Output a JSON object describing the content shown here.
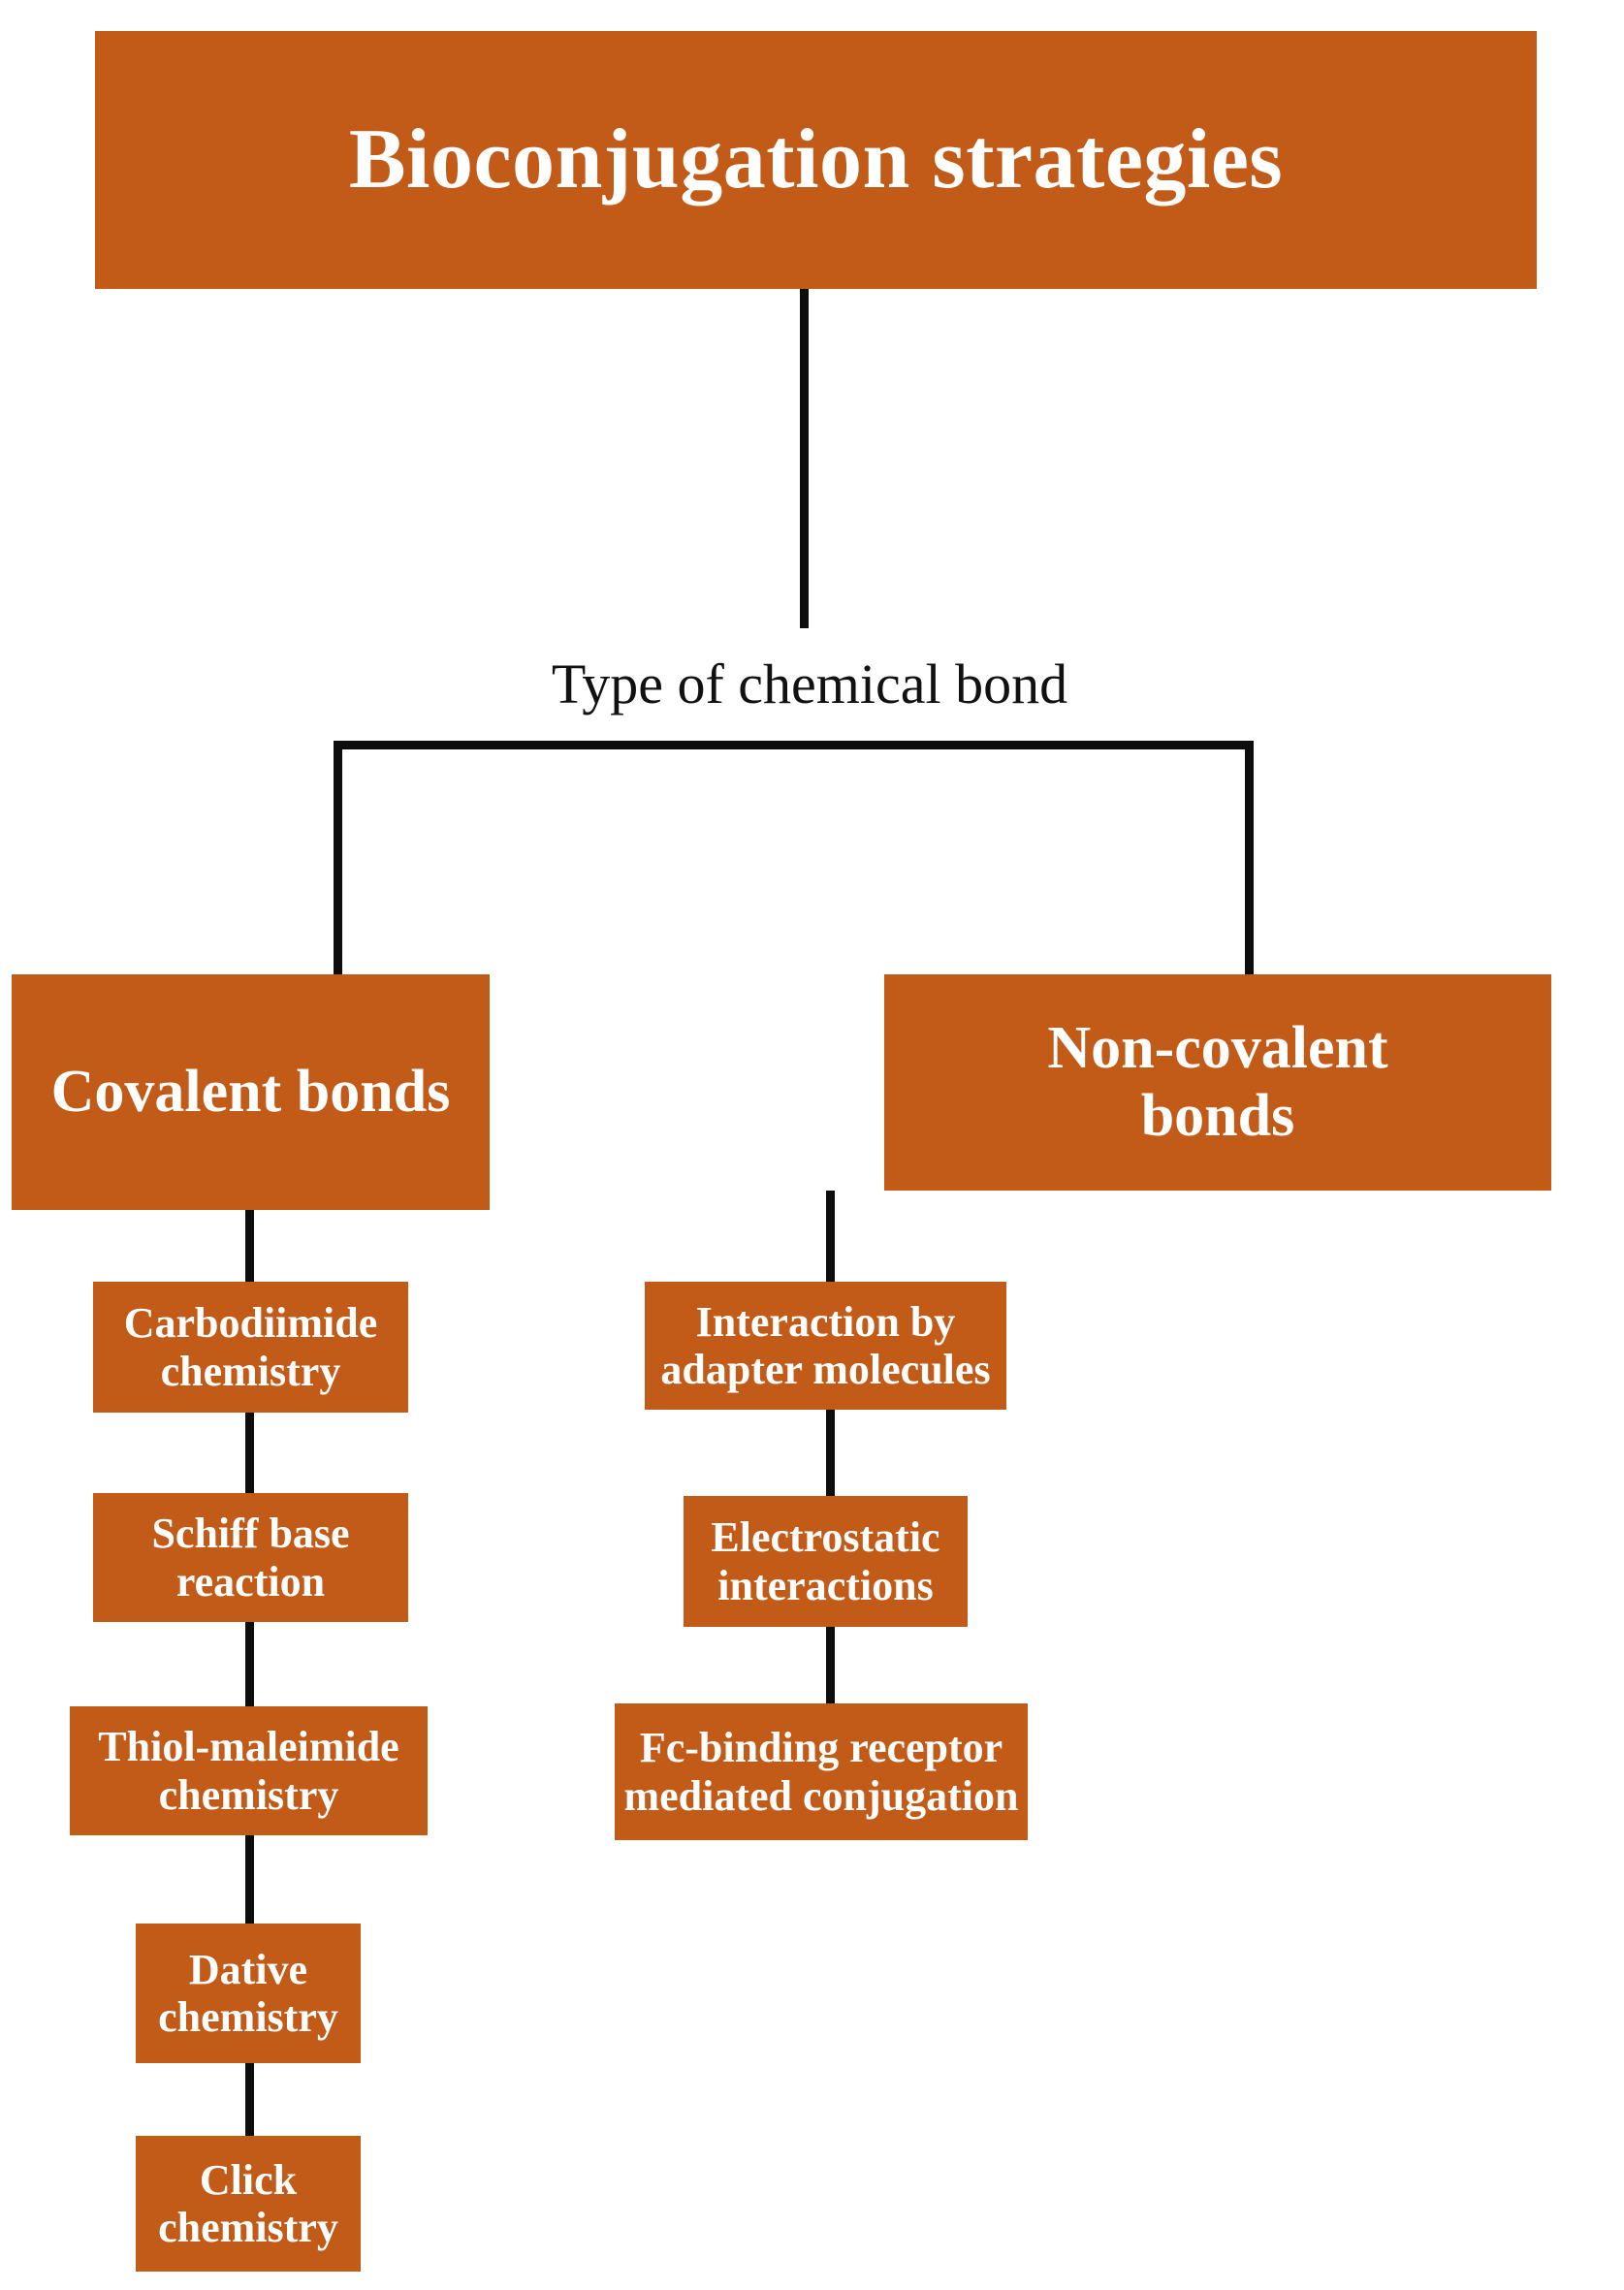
{
  "colors": {
    "box_fill": "#C25A18",
    "box_text": "#FFFFFF",
    "connector": "#0D0D0D",
    "background": "#FFFFFF",
    "label_text": "#111111"
  },
  "diagram": {
    "title": "Bioconjugation strategies",
    "split_label": "Type of chemical bond",
    "branches": [
      {
        "header": "Covalent bonds",
        "children": [
          "Carbodiimide\nchemistry",
          "Schiff base\nreaction",
          "Thiol-maleimide\nchemistry",
          "Dative\nchemistry",
          "Click\nchemistry"
        ]
      },
      {
        "header": "Non-covalent\nbonds",
        "children": [
          "Interaction by\nadapter molecules",
          "Electrostatic\ninteractions",
          "Fc-binding receptor\nmediated conjugation"
        ]
      }
    ]
  }
}
